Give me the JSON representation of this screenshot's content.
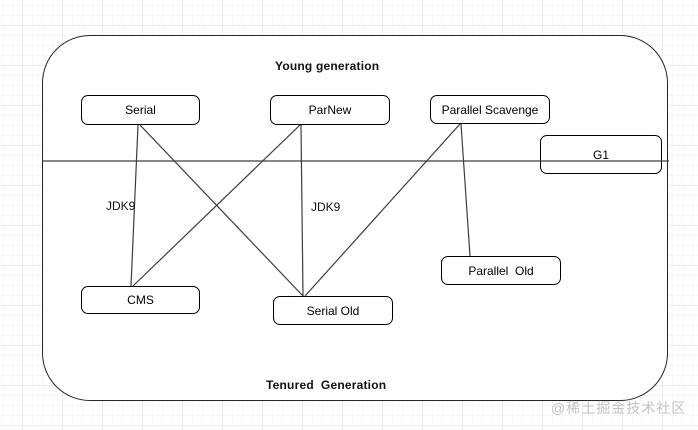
{
  "diagram": {
    "young_title": "Young generation",
    "tenured_title": "Tenured  Generation",
    "nodes": [
      {
        "id": "serial",
        "label": "Serial"
      },
      {
        "id": "parnew",
        "label": "ParNew"
      },
      {
        "id": "parallel-scavenge",
        "label": "Parallel Scavenge"
      },
      {
        "id": "g1",
        "label": "G1"
      },
      {
        "id": "cms",
        "label": "CMS"
      },
      {
        "id": "serial-old",
        "label": "Serial Old"
      },
      {
        "id": "parallel-old",
        "label": "Parallel  Old"
      }
    ],
    "edges": [
      {
        "from": "Serial",
        "to": "CMS",
        "note": "JDK9"
      },
      {
        "from": "Serial",
        "to": "Serial Old",
        "note": ""
      },
      {
        "from": "ParNew",
        "to": "CMS",
        "note": ""
      },
      {
        "from": "ParNew",
        "to": "Serial Old",
        "note": "JDK9"
      },
      {
        "from": "Parallel Scavenge",
        "to": "Serial Old",
        "note": ""
      },
      {
        "from": "Parallel Scavenge",
        "to": "Parallel  Old",
        "note": ""
      }
    ],
    "annotations": [
      {
        "label": "JDK9"
      },
      {
        "label": "JDK9"
      }
    ],
    "colors": {
      "line": "#3d3d3d",
      "border": "#000000",
      "grid": "#ececec",
      "watermark": "#c3c3c3"
    },
    "watermark": "@稀土掘金技术社区"
  }
}
